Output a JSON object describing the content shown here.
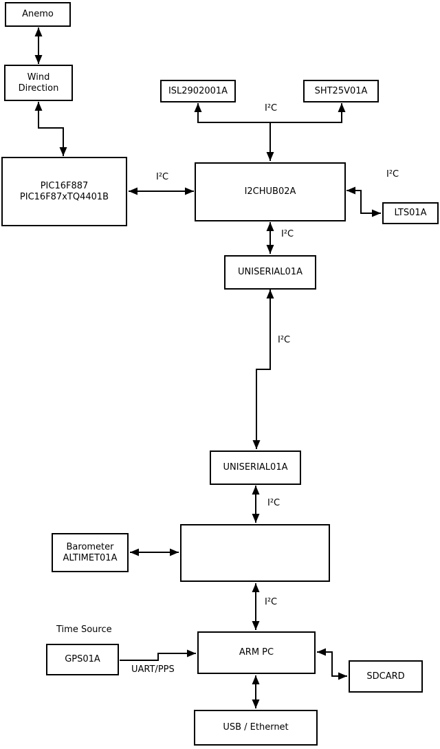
{
  "diagram": {
    "title_semantic": "weather-station-i2c-block-diagram",
    "colors": {
      "line": "#000000",
      "box_border": "#000000",
      "box_bg": "#ffffff",
      "background": "#ffffff"
    },
    "boxes": {
      "anemo": {
        "label": "Anemo"
      },
      "wind_direction": {
        "line1": "Wind",
        "line2": "Direction"
      },
      "pic": {
        "line1": "PIC16F887",
        "line2": "PIC16F87xTQ4401B"
      },
      "isl": {
        "label": "ISL2902001A"
      },
      "sht": {
        "label": "SHT25V01A"
      },
      "hub1": {
        "label": "I2CHUB02A"
      },
      "lts": {
        "label": "LTS01A"
      },
      "uniserial1": {
        "label": "UNISERIAL01A"
      },
      "uniserial2": {
        "label": "UNISERIAL01A"
      },
      "barometer": {
        "line1": "Barometer",
        "line2": "ALTIMET01A"
      },
      "gps": {
        "label": "GPS01A"
      },
      "arm_pc": {
        "label": "ARM PC"
      },
      "sdcard": {
        "label": "SDCARD"
      },
      "usb_ethernet": {
        "label": "USB / Ethernet"
      }
    },
    "labels": {
      "i2c": "I²C",
      "time_source": "Time Source",
      "uart_pps": "UART/PPS"
    }
  }
}
